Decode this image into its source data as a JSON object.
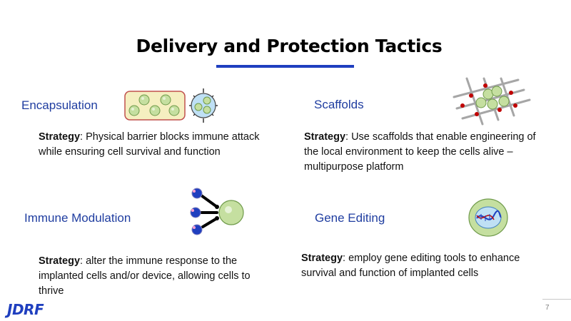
{
  "slide": {
    "title": "Delivery and Protection Tactics",
    "page_number": "7",
    "logo_text": "JDRF"
  },
  "sections": {
    "encapsulation": {
      "heading": "Encapsulation",
      "strategy_label": "Strategy",
      "strategy_text": ": Physical barrier blocks immune attack while ensuring cell survival and function"
    },
    "scaffolds": {
      "heading": "Scaffolds",
      "strategy_label": "Strategy",
      "strategy_text": ": Use scaffolds that enable engineering of the local environment to keep the cells alive – multipurpose platform"
    },
    "immune_modulation": {
      "heading": "Immune Modulation",
      "strategy_label": "Strategy",
      "strategy_text": ": alter the immune response to the implanted cells and/or device, allowing cells to thrive"
    },
    "gene_editing": {
      "heading": "Gene Editing",
      "strategy_label": "Strategy",
      "strategy_text": ": employ gene editing tools to enhance survival and function of implanted cells"
    }
  },
  "colors": {
    "heading_blue": "#1f3da0",
    "accent_blue": "#1f3fbf",
    "cell_green": "#c5dfa0",
    "capsule_fill": "#f5efc0",
    "capsule_border": "#c0504d"
  },
  "icons": [
    "encapsulation-illustration",
    "scaffold-illustration",
    "immune-modulation-illustration",
    "gene-editing-illustration"
  ]
}
